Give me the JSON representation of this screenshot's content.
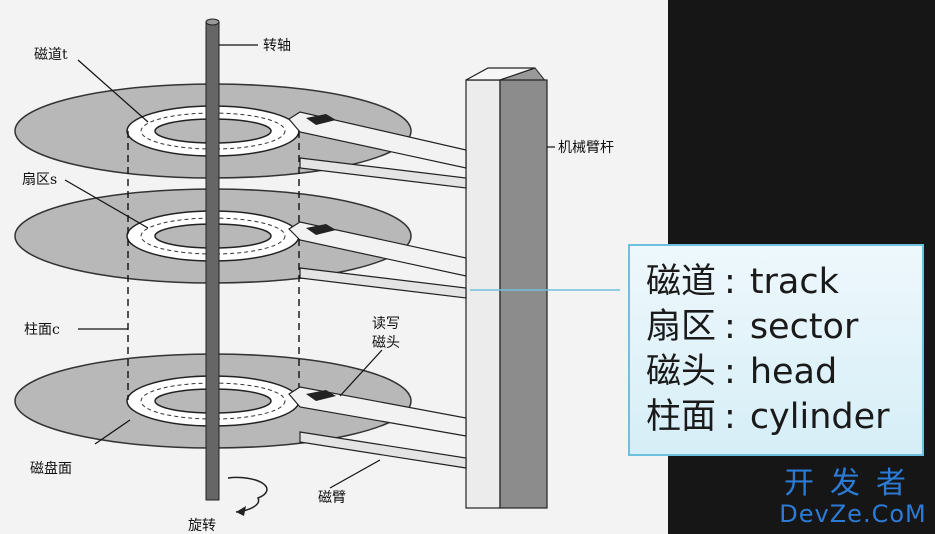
{
  "labels": {
    "spindle": "转轴",
    "track": "磁道t",
    "sector": "扇区s",
    "cylinder": "柱面c",
    "rw_head_line1": "读写",
    "rw_head_line2": "磁头",
    "arm_rod": "机械臂杆",
    "platter_surface": "磁盘面",
    "arm": "磁臂",
    "rotation": "旋转"
  },
  "legend": {
    "items": [
      {
        "cn": "磁道",
        "sep": ":",
        "en": "track"
      },
      {
        "cn": "扇区",
        "sep": ":",
        "en": "sector"
      },
      {
        "cn": "磁头",
        "sep": ":",
        "en": "head"
      },
      {
        "cn": "柱面",
        "sep": ":",
        "en": "cylinder"
      }
    ]
  },
  "watermark": {
    "cn": "开发者",
    "en": "DevZe.CoM"
  },
  "colors": {
    "platter": "#b8b8b8",
    "accent": "#6ec1de",
    "watermark": "#2b7bd6"
  }
}
